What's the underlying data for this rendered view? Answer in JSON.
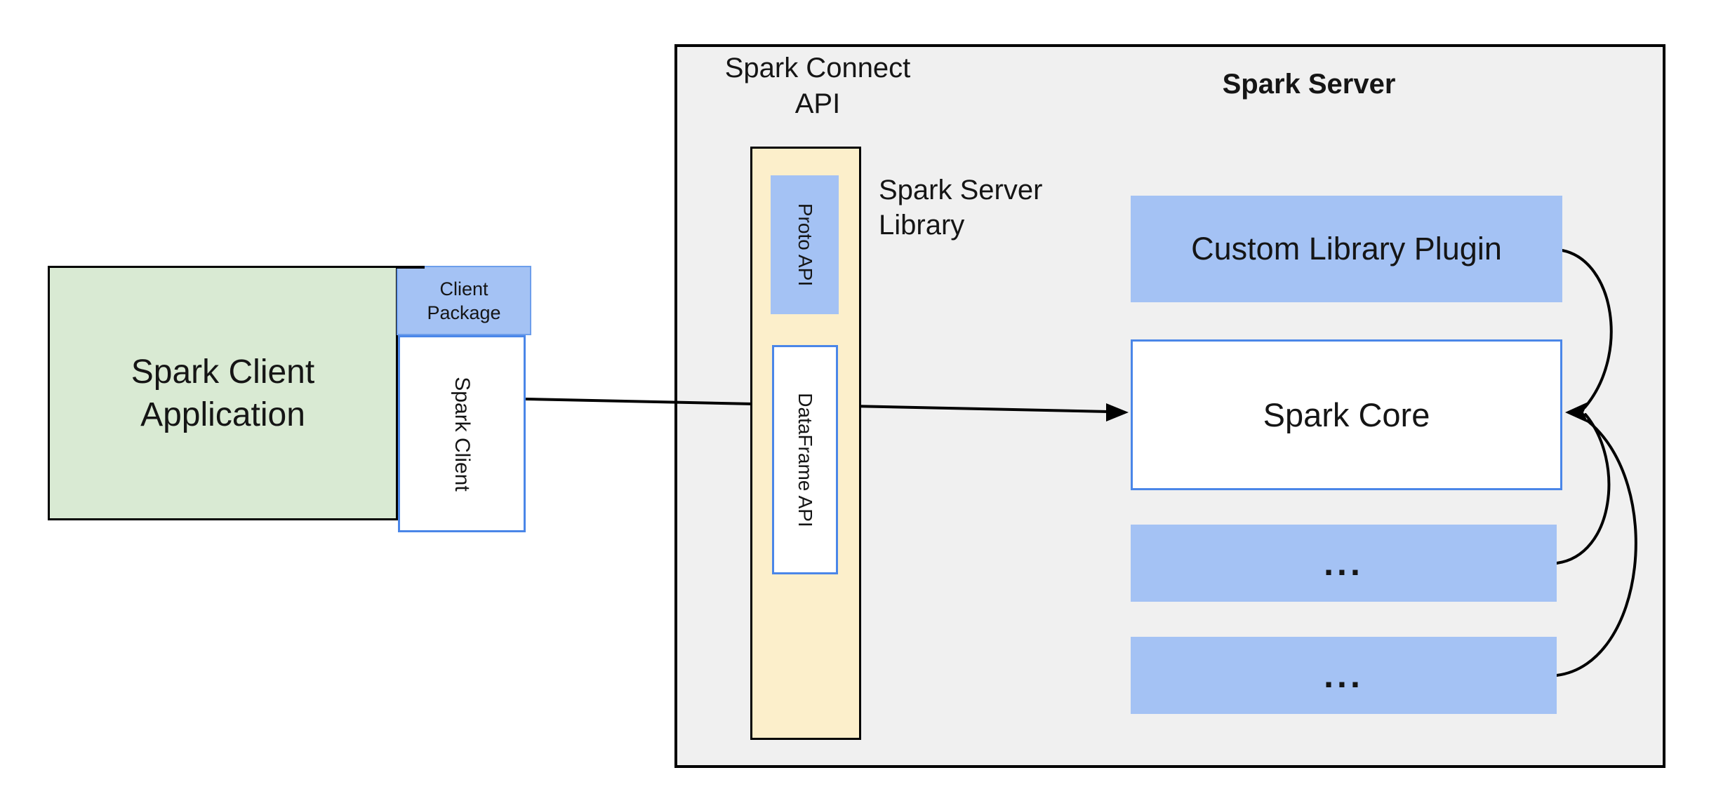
{
  "colors": {
    "gray_fill": "#F0F0F0",
    "green_fill": "#D9EAD3",
    "blue_fill": "#A4C2F4",
    "yellow_fill": "#FCEFCB",
    "blue_border": "#4A86E8",
    "blue_border_soft": "#6D9EEB",
    "line": "#000000"
  },
  "labels": {
    "client_app": {
      "line1": "Spark Client",
      "line2": "Application"
    },
    "client_package": {
      "line1": "Client",
      "line2": "Package"
    },
    "spark_client": "Spark Client",
    "connect_api": {
      "line1": "Spark Connect",
      "line2": "API"
    },
    "server_title": "Spark Server",
    "server_library": {
      "line1": "Spark Server",
      "line2": "Library"
    },
    "proto_api": "Proto API",
    "dataframe_api": "DataFrame API",
    "plugin": "Custom Library Plugin",
    "core": "Spark Core",
    "more1": "...",
    "more2": "..."
  }
}
